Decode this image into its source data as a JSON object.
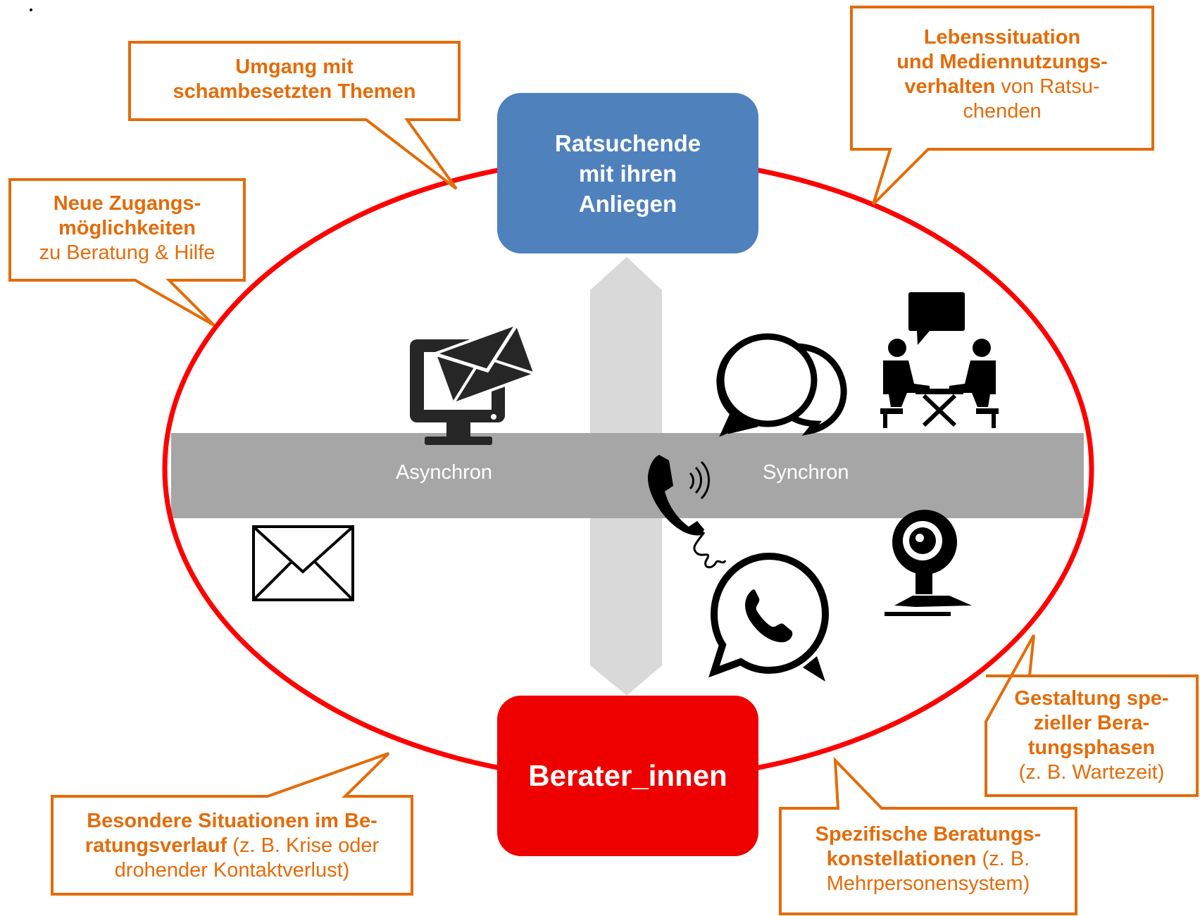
{
  "colors": {
    "accent_orange": "#e36c0a",
    "ellipse_red": "#ff0000",
    "top_box_blue": "#4f81bd",
    "bottom_box_red": "#ee0000",
    "band_gray": "#a6a6a6",
    "arrow_gray": "#d9d9d9"
  },
  "top_box": {
    "line1": "Ratsuchende",
    "line2": "mit ihren",
    "line3": "Anliegen"
  },
  "bottom_box": {
    "label": "Berater_innen"
  },
  "axis": {
    "left_label": "Asynchron",
    "right_label": "Synchron"
  },
  "callouts": {
    "umgang": {
      "line1": "Umgang mit",
      "line2": "schambesetzten Themen"
    },
    "lebens": {
      "line1": "Lebenssituation",
      "line2": "und Mediennutzungs-",
      "line3_bold": "verhalten",
      "line3_rest": " von Ratsu-",
      "line4": "chenden"
    },
    "neue": {
      "line1": "Neue Zugangs-",
      "line2": "möglichkeiten",
      "line3": "zu Beratung & Hilfe"
    },
    "gestaltung": {
      "line1": "Gestaltung spe-",
      "line2": "zieller Bera-",
      "line3": "tungsphasen",
      "line4": "(z. B. Wartezeit)"
    },
    "besondere": {
      "line1": "Besondere Situationen im Be-",
      "line2_bold": "ratungsverlauf",
      "line2_rest": " (z. B. Krise oder",
      "line3": "drohender Kontaktverlust)"
    },
    "spezifische": {
      "line1": "Spezifische Beratungs-",
      "line2_bold": "konstellationen",
      "line2_rest": " (z. B.",
      "line3": "Mehrpersonensystem)"
    }
  },
  "icons": [
    "computer-email-icon",
    "chat-bubbles-icon",
    "face-to-face-meeting-icon",
    "telephone-icon",
    "envelope-icon",
    "whatsapp-icon",
    "webcam-icon"
  ]
}
